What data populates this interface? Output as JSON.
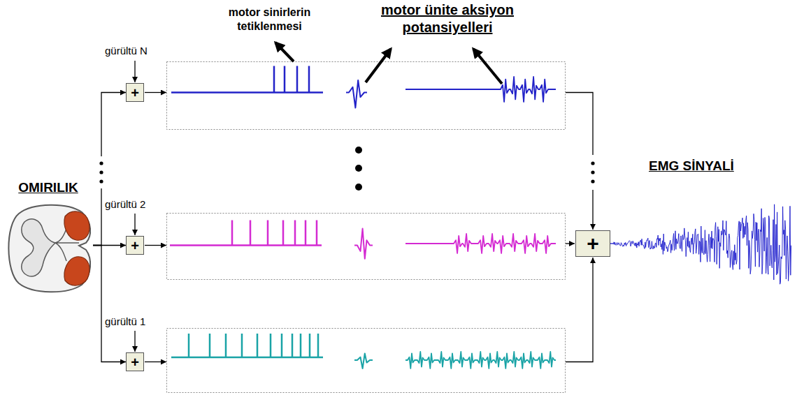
{
  "diagram": {
    "nodes": [
      {
        "text": [
          "OMIRILIK"
        ]
      },
      {
        "text": [
          "+"
        ]
      },
      {
        "text": [
          "+"
        ]
      },
      {
        "text": [
          "+"
        ]
      },
      {
        "text": [
          "+"
        ]
      }
    ],
    "edges": [
      {
        "from": 0,
        "to": 1,
        "arrow": "to"
      },
      {
        "from": 0,
        "to": 2,
        "arrow": "to"
      },
      {
        "from": 0,
        "to": 3,
        "arrow": "to"
      }
    ],
    "labels": [
      "motor sinirlerin tetiklenmesi",
      "motor ünite aksiyon potansiyelleri",
      "gürültü N",
      "gürültü 2",
      "gürültü 1",
      "EMG SİNYALİ"
    ]
  }
}
